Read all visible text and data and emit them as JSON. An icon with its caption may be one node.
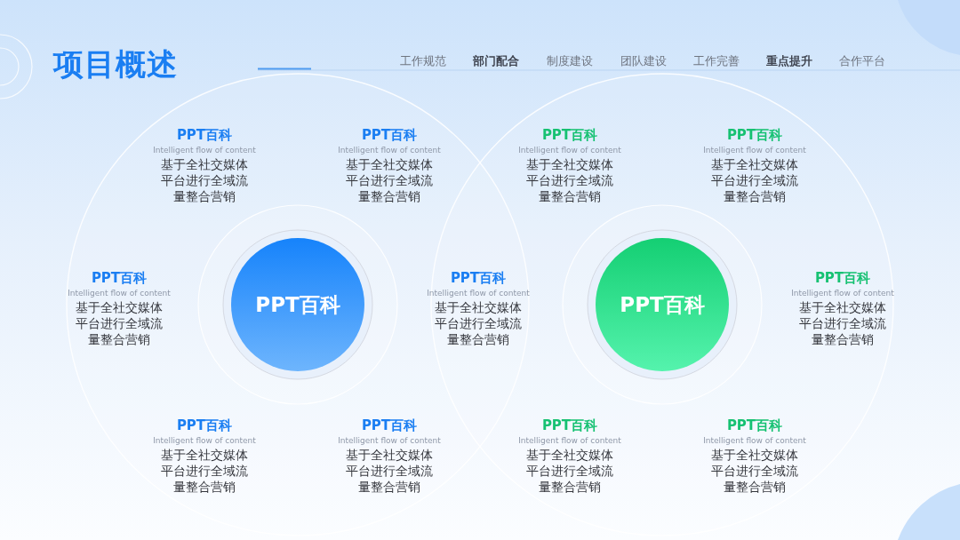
{
  "diagram": {
    "title": "项目概述",
    "nodes": [
      {
        "text": [
          "PPT百科"
        ]
      },
      {
        "text": [
          "PPT百科"
        ]
      }
    ],
    "labels": [
      "工作规范",
      "部门配合",
      "制度建设",
      "团队建设",
      "工作完善",
      "重点提升",
      "合作平台",
      "PPT百科",
      "Intelligent flow of content",
      "基于全社交媒体平台进行全域流量整合营销",
      "PPT百科",
      "Intelligent flow of content",
      "基于全社交媒体平台进行全域流量整合营销",
      "PPT百科",
      "Intelligent flow of content",
      "基于全社交媒体平台进行全域流量整合营销",
      "PPT百科",
      "Intelligent flow of content",
      "基于全社交媒体平台进行全域流量整合营销",
      "PPT百科",
      "Intelligent flow of content",
      "基于全社交媒体平台进行全域流量整合营销",
      "PPT百科",
      "Intelligent flow of content",
      "基于全社交媒体平台进行全域流量整合营销",
      "PPT百科",
      "Intelligent flow of content",
      "基于全社交媒体平台进行全域流量整合营销",
      "PPT百科",
      "Intelligent flow of content",
      "基于全社交媒体平台进行全域流量整合营销",
      "PPT百科",
      "Intelligent flow of content",
      "基于全社交媒体平台进行全域流量整合营销",
      "PPT百科",
      "Intelligent flow of content",
      "基于全社交媒体平台进行全域流量整合营销",
      "PPT百科",
      "Intelligent flow of content",
      "基于全社交媒体平台进行全域流量整合营销"
    ]
  }
}
